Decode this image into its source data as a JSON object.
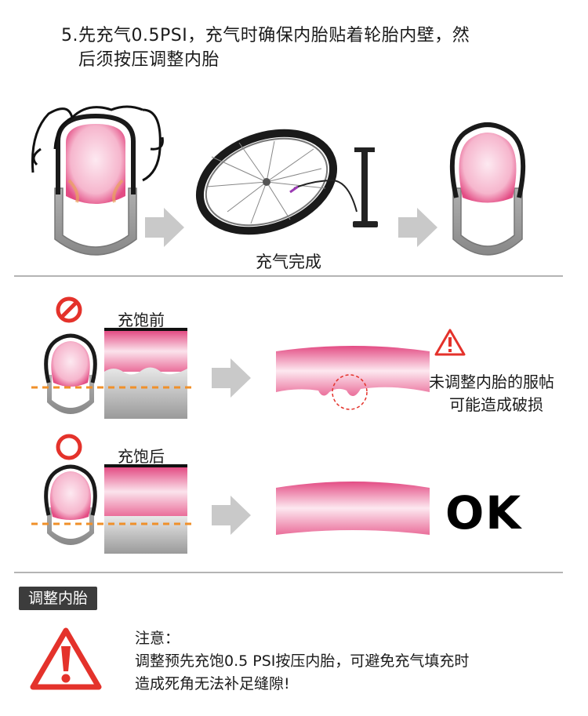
{
  "title": {
    "line1": "5.先充气0.5PSI，充气时确保内胎贴着轮胎内壁，然",
    "line2": "后须按压调整内胎"
  },
  "labels": {
    "inflation_done": "充气完成",
    "before_inflation": "充饱前",
    "after_inflation": "充饱后",
    "warning_line1": "未调整内胎的服帖",
    "warning_line2": "可能造成破损",
    "ok": "OK"
  },
  "section": {
    "badge": "调整内胎"
  },
  "note": {
    "heading": "注意：",
    "line1": "调整预先充饱0.5 PSI按压内胎，可避免充气填充时",
    "line2": "造成死角无法补足缝隙!"
  },
  "colors": {
    "tube_pink": "#f2a3c0",
    "tube_deep": "#e34c84",
    "rim_gray": "#9a9a9a",
    "arrow_gray": "#c9c9c9",
    "dash_orange": "#f0902a",
    "warning_red": "#e4322b",
    "prohibit_red": "#e4322b"
  },
  "icons": [
    "hands-icon",
    "wheel-icon",
    "pump-icon",
    "arrow-right-icon",
    "prohibit-icon",
    "circle-ok-icon",
    "warning-triangle-icon"
  ]
}
